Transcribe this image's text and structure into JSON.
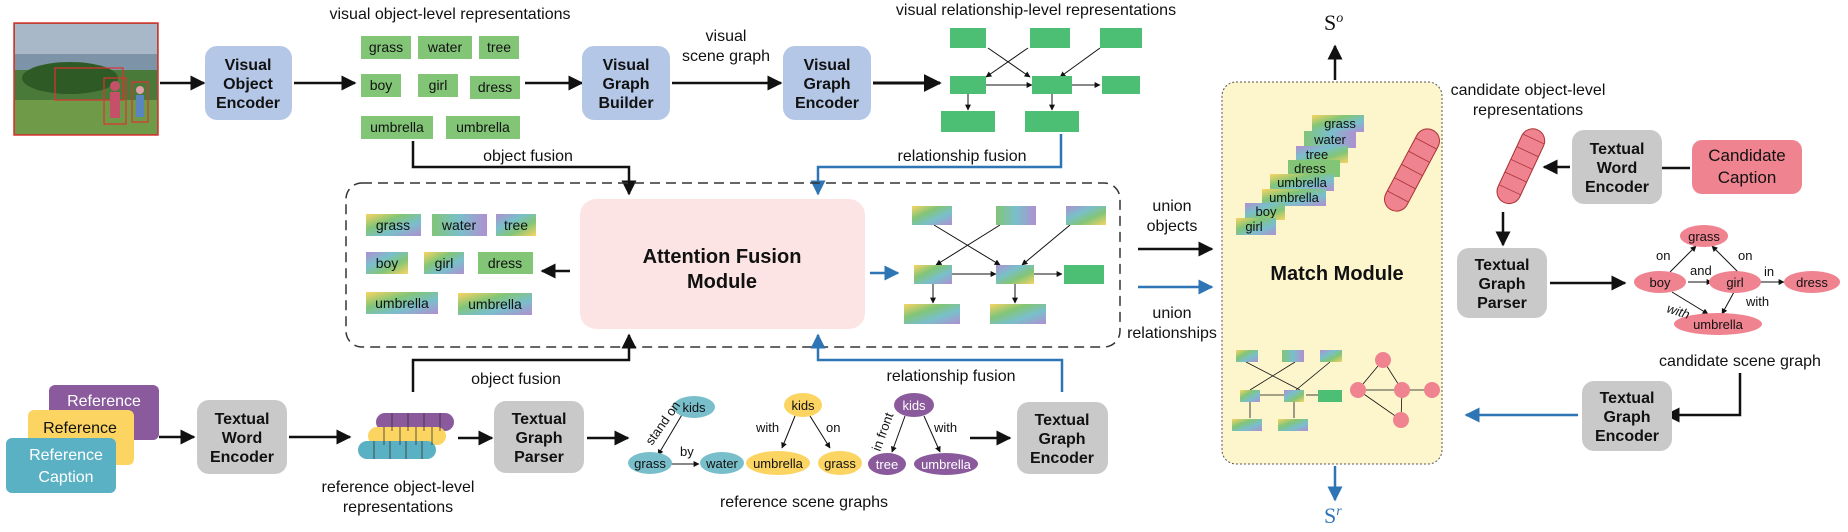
{
  "colors": {
    "encoder_blue": "#b4c7e7",
    "encoder_gray": "#c9c9c9",
    "tag_green": "#82c577",
    "match_bg": "#fdf5cc",
    "attention_bg": "#fde4e4",
    "pink": "#ef8390",
    "teal": "#79bfcb",
    "yellow": "#fbd462",
    "purple": "#8a5a9c",
    "arrow_blue": "#2e75b6"
  },
  "top": {
    "visual_object_encoder": [
      "Visual",
      "Object",
      "Encoder"
    ],
    "visual_object_title": "visual object-level representations",
    "objects": [
      "grass",
      "water",
      "tree",
      "boy",
      "girl",
      "dress",
      "umbrella",
      "umbrella"
    ],
    "visual_graph_builder": [
      "Visual",
      "Graph",
      "Builder"
    ],
    "visual_scene_graph_label": [
      "visual",
      "scene graph"
    ],
    "visual_graph_encoder": [
      "Visual",
      "Graph",
      "Encoder"
    ],
    "visual_relationship_title": "visual relationship-level representations",
    "object_fusion": "object  fusion",
    "relationship_fusion": "relationship fusion"
  },
  "middle": {
    "attention_fusion": [
      "Attention Fusion",
      "Module"
    ],
    "objects": [
      "grass",
      "water",
      "tree",
      "boy",
      "girl",
      "dress",
      "umbrella",
      "umbrella"
    ],
    "union_objects": [
      "union",
      "objects"
    ],
    "union_relationships": [
      "union",
      "relationships"
    ]
  },
  "bottom": {
    "cards": [
      "Reference",
      "Reference",
      "Reference",
      "Caption"
    ],
    "textual_word_encoder": [
      "Textual",
      "Word",
      "Encoder"
    ],
    "reference_object_title": [
      "reference object-level",
      "representations"
    ],
    "textual_graph_parser": [
      "Textual",
      "Graph",
      "Parser"
    ],
    "graph1": {
      "kids": "kids",
      "grass": "grass",
      "water": "water",
      "stand_on": "stand on",
      "by": "by"
    },
    "graph2": {
      "kids": "kids",
      "umbrella": "umbrella",
      "grass": "grass",
      "with": "with",
      "on": "on"
    },
    "graph3": {
      "kids": "kids",
      "tree": "tree",
      "umbrella": "umbrella",
      "in_front": "in front",
      "with": "with"
    },
    "reference_scene_graphs": "reference scene graphs",
    "object_fusion": "object  fusion",
    "relationship_fusion": "relationship fusion",
    "textual_graph_encoder": [
      "Textual",
      "Graph",
      "Encoder"
    ]
  },
  "match": {
    "title": "Match Module",
    "stack": [
      "grass",
      "water",
      "tree",
      "dress",
      "umbrella",
      "umbrella",
      "boy",
      "girl"
    ],
    "s_o": "S",
    "s_o_sup": "o",
    "s_r": "S",
    "s_r_sup": "r"
  },
  "right": {
    "candidate_object_title": [
      "candidate object-level",
      "representations"
    ],
    "candidate_caption": [
      "Candidate",
      "Caption"
    ],
    "textual_word_encoder": [
      "Textual",
      "Word",
      "Encoder"
    ],
    "textual_graph_parser": [
      "Textual",
      "Graph",
      "Parser"
    ],
    "graph": {
      "grass": "grass",
      "boy": "boy",
      "girl": "girl",
      "dress": "dress",
      "umbrella": "umbrella",
      "on1": "on",
      "on2": "on",
      "and": "and",
      "in": "in",
      "with1": "with",
      "with2": "with"
    },
    "candidate_scene_graph": "candidate scene graph",
    "textual_graph_encoder": [
      "Textual",
      "Graph",
      "Encoder"
    ]
  }
}
